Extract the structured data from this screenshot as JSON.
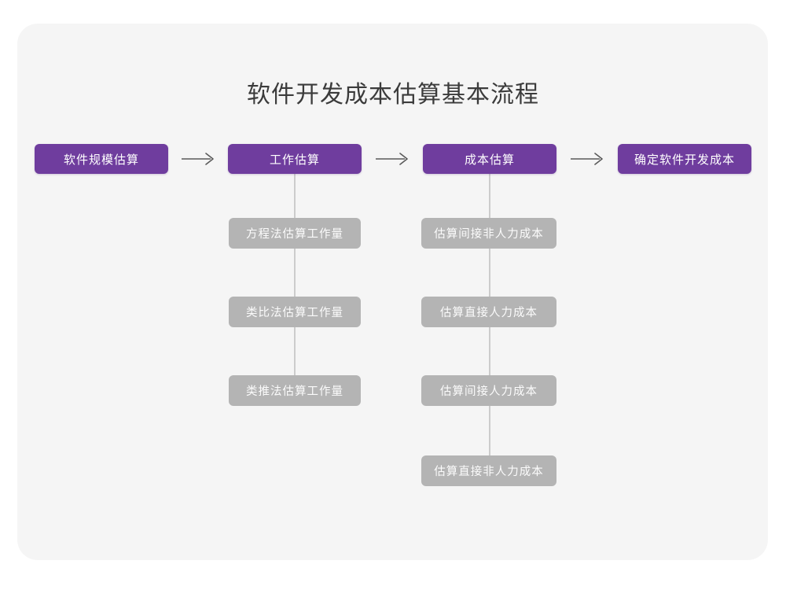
{
  "diagram": {
    "title": "软件开发成本估算基本流程",
    "colors": {
      "canvas": "#ffffff",
      "card": "#f5f5f5",
      "primary_box": "#6f3d9e",
      "secondary_box": "#b4b4b4",
      "title_text": "#3b3b3b",
      "box_text": "#ffffff",
      "connector": "#cccccc",
      "arrow": "#5a5a5a"
    },
    "main_flow": [
      {
        "id": "step-1",
        "label": "软件规模估算"
      },
      {
        "id": "step-2",
        "label": "工作估算"
      },
      {
        "id": "step-3",
        "label": "成本估算"
      },
      {
        "id": "step-4",
        "label": "确定软件开发成本"
      }
    ],
    "arrows": [
      {
        "id": "arrow-1",
        "from": "step-1",
        "to": "step-2",
        "glyph": "arrow-right-icon"
      },
      {
        "id": "arrow-2",
        "from": "step-2",
        "to": "step-3",
        "glyph": "arrow-right-icon"
      },
      {
        "id": "arrow-3",
        "from": "step-3",
        "to": "step-4",
        "glyph": "arrow-right-icon"
      }
    ],
    "branches": [
      {
        "id": "branch-effort",
        "parent": "step-2",
        "parent_label": "工作估算",
        "items": [
          {
            "id": "effort-1",
            "label": "方程法估算工作量"
          },
          {
            "id": "effort-2",
            "label": "类比法估算工作量"
          },
          {
            "id": "effort-3",
            "label": "类推法估算工作量"
          }
        ]
      },
      {
        "id": "branch-cost",
        "parent": "step-3",
        "parent_label": "成本估算",
        "items": [
          {
            "id": "cost-1",
            "label": "估算间接非人力成本"
          },
          {
            "id": "cost-2",
            "label": "估算直接人力成本"
          },
          {
            "id": "cost-3",
            "label": "估算间接人力成本"
          },
          {
            "id": "cost-4",
            "label": "估算直接非人力成本"
          }
        ]
      }
    ]
  }
}
